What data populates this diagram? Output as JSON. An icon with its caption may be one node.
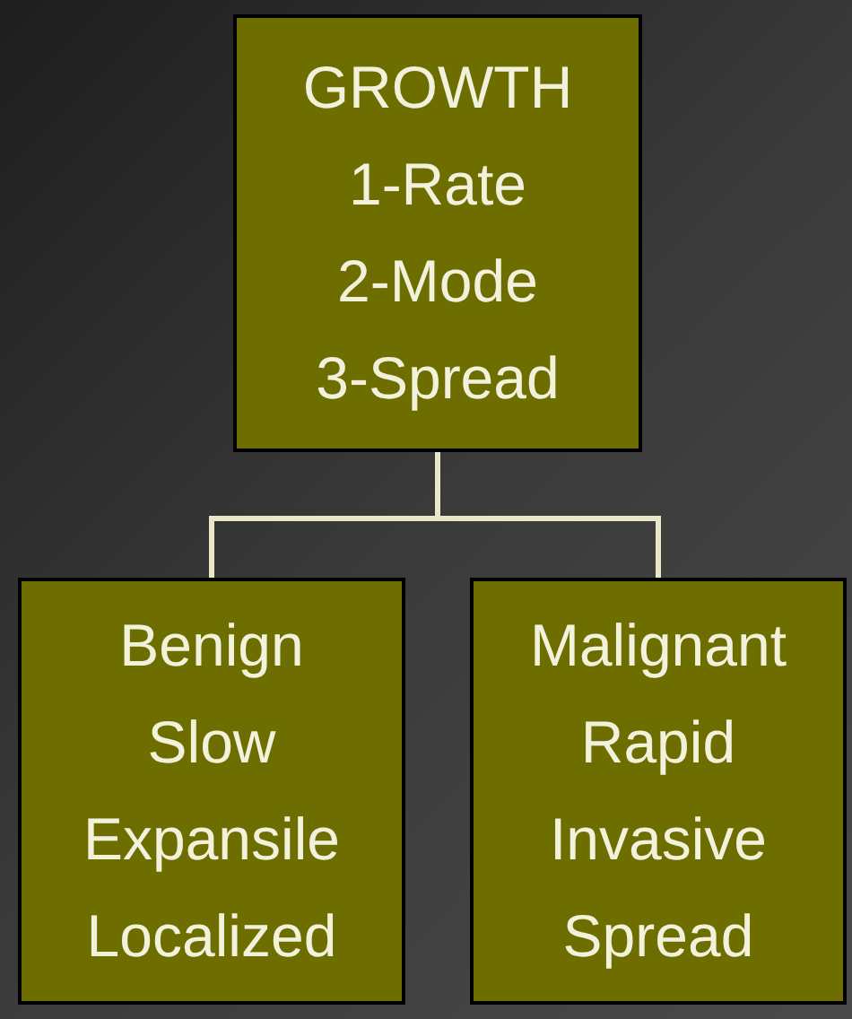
{
  "diagram": {
    "nodes": [
      {
        "text": [
          "GROWTH",
          "1-Rate",
          "2-Mode",
          "3-Spread"
        ]
      },
      {
        "text": [
          "Benign",
          "Slow",
          "Expansile",
          "Localized"
        ]
      },
      {
        "text": [
          "Malignant",
          "Rapid",
          "Invasive",
          "Spread"
        ]
      }
    ],
    "edges": [
      {
        "from": 0,
        "to": 1,
        "arrow": "none"
      },
      {
        "from": 0,
        "to": 2,
        "arrow": "none"
      }
    ]
  }
}
